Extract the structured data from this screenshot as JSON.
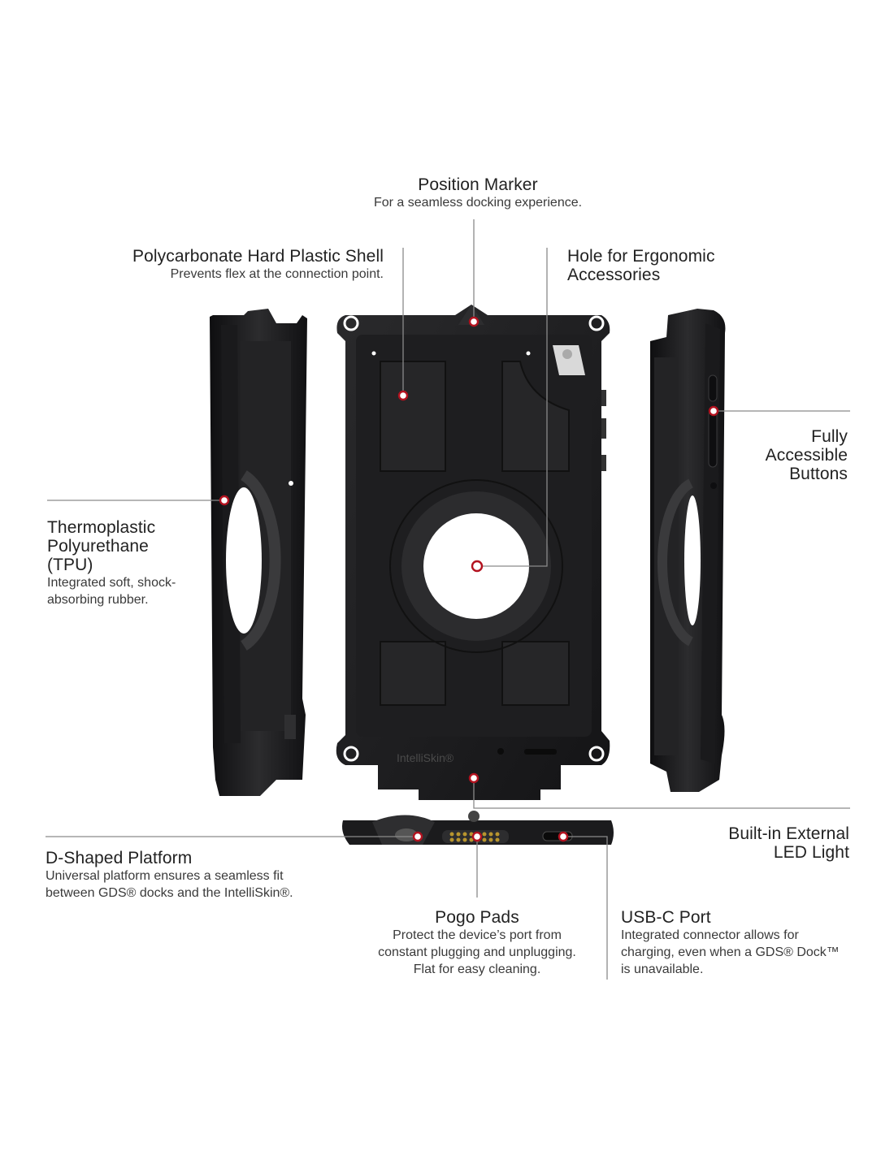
{
  "callouts": {
    "position_marker": {
      "title": "Position Marker",
      "desc": "For a seamless docking experience."
    },
    "polycarbonate": {
      "title": "Polycarbonate Hard Plastic Shell",
      "desc": "Prevents flex at the connection point."
    },
    "ergonomic": {
      "title": "Hole for Ergonomic\nAccessories"
    },
    "tpu": {
      "title": "Thermoplastic\nPolyurethane\n(TPU)",
      "desc": "Integrated soft, shock-\nabsorbing rubber."
    },
    "buttons": {
      "title": "Fully\nAccessible\nButtons"
    },
    "led": {
      "title": "Built-in External\nLED Light"
    },
    "d_shaped": {
      "title": "D-Shaped Platform",
      "desc": "Universal platform ensures a seamless fit\nbetween GDS® docks and the IntelliSkin®."
    },
    "pogo": {
      "title": "Pogo Pads",
      "desc": "Protect the device’s port from\nconstant plugging and unplugging.\nFlat for easy cleaning."
    },
    "usbc": {
      "title": "USB-C Port",
      "desc": "Integrated connector allows for\ncharging, even when a GDS® Dock™\nis unavailable."
    }
  },
  "product": {
    "logo_text": "IntelliSkin®"
  },
  "colors": {
    "case": "#1c1c1e",
    "accent": "#b3121f",
    "line": "#8a8a8a"
  }
}
